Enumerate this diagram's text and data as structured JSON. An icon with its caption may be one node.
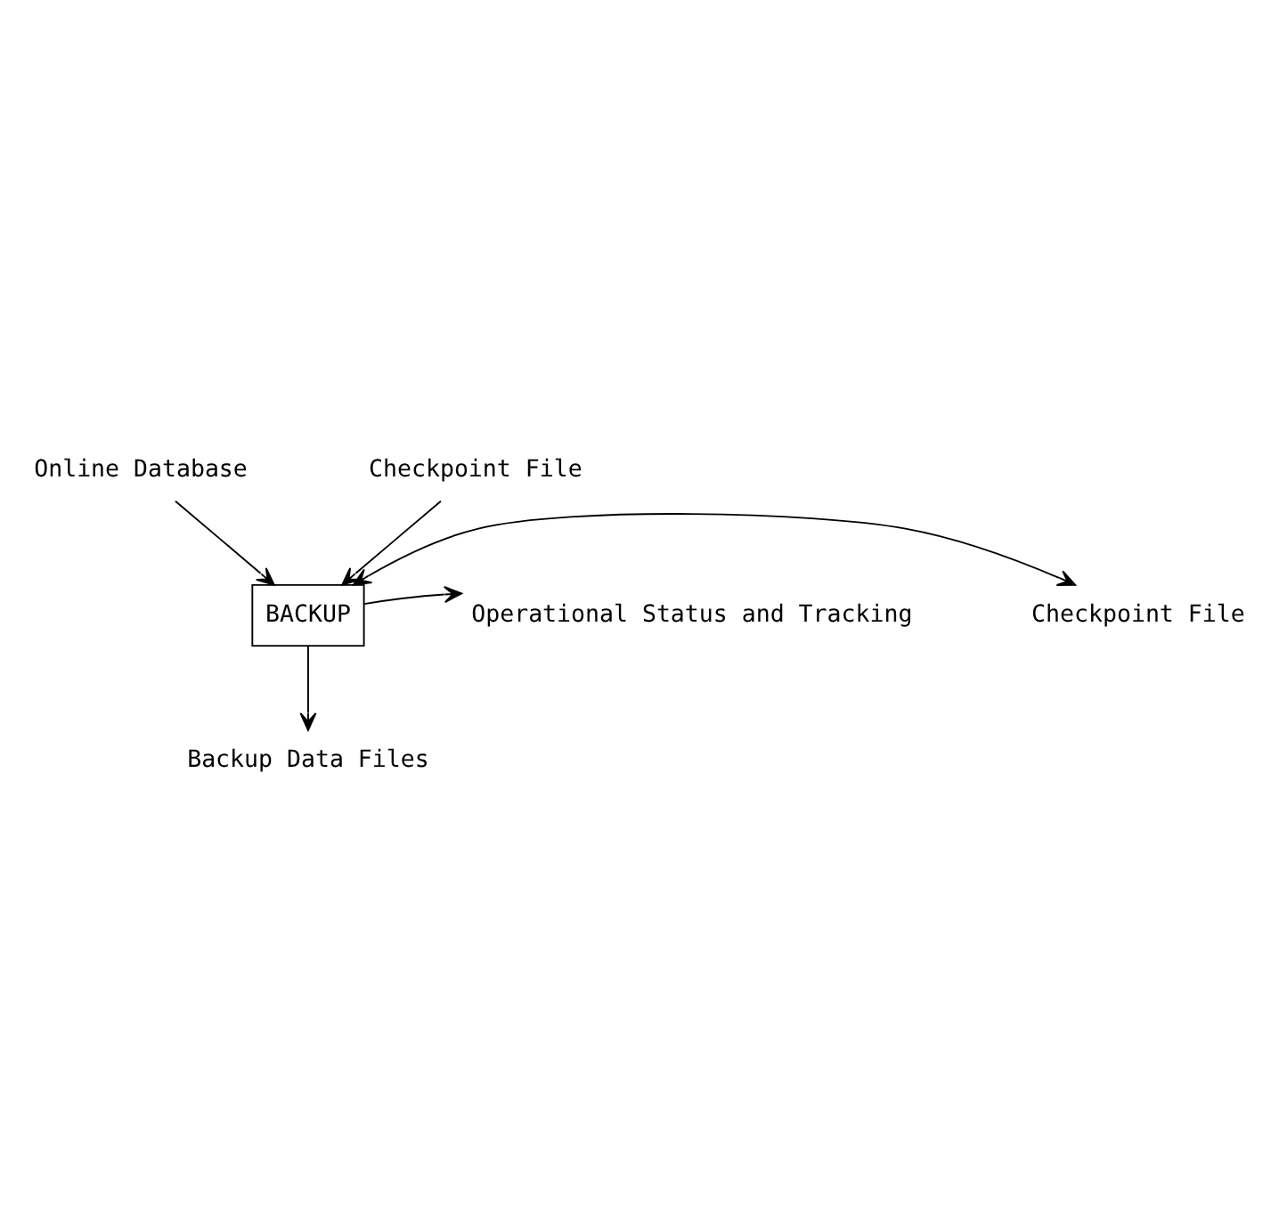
{
  "diagram": {
    "nodes": [
      {
        "text": [
          "Online Database"
        ]
      },
      {
        "text": [
          "Checkpoint File"
        ]
      },
      {
        "text": [
          "BACKUP"
        ]
      },
      {
        "text": [
          "Checkpoint File"
        ]
      },
      {
        "text": [
          "Operational Status and Tracking"
        ]
      },
      {
        "text": [
          "Backup Data Files"
        ]
      }
    ],
    "edges": [
      {
        "from": 0,
        "to": 2,
        "arrow": "to"
      },
      {
        "from": 1,
        "to": 2,
        "arrow": "to"
      },
      {
        "from": 2,
        "to": 3,
        "arrow": "both"
      },
      {
        "from": 2,
        "to": 4,
        "arrow": "to"
      },
      {
        "from": 2,
        "to": 5,
        "arrow": "to"
      }
    ]
  }
}
